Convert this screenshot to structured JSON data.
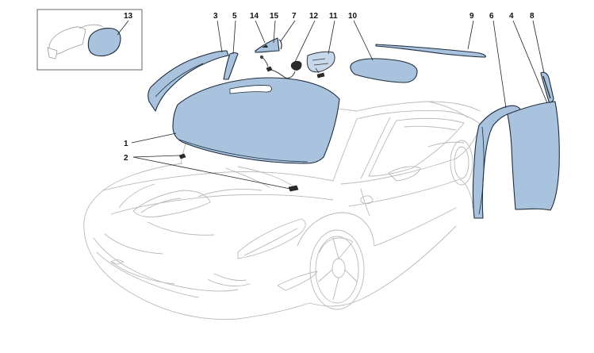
{
  "colors": {
    "glass_fill": "#a9c3de",
    "glass_fill_light": "#c7d8ea",
    "outline": "#1f2d3d",
    "car_outline": "#b9b9b9"
  },
  "callouts": [
    {
      "id": "c1",
      "text": "1"
    },
    {
      "id": "c2",
      "text": "2"
    },
    {
      "id": "c3",
      "text": "3"
    },
    {
      "id": "c4",
      "text": "4"
    },
    {
      "id": "c5",
      "text": "5"
    },
    {
      "id": "c6",
      "text": "6"
    },
    {
      "id": "c7",
      "text": "7"
    },
    {
      "id": "c8",
      "text": "8"
    },
    {
      "id": "c9",
      "text": "9"
    },
    {
      "id": "c10",
      "text": "10"
    },
    {
      "id": "c11",
      "text": "11"
    },
    {
      "id": "c12",
      "text": "12"
    },
    {
      "id": "c13",
      "text": "13"
    },
    {
      "id": "c14",
      "text": "14"
    },
    {
      "id": "c15",
      "text": "15"
    }
  ]
}
